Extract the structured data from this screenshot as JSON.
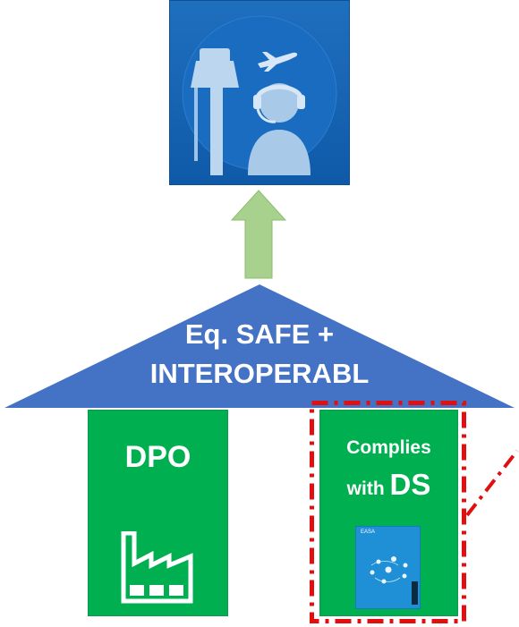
{
  "roof": {
    "line1": "Eq. SAFE +",
    "line2": "INTEROPERABL"
  },
  "pillars": {
    "left_label": "DPO",
    "right_line1": "Complies",
    "right_line2_prefix": "with",
    "right_line2_emphasis": "DS"
  },
  "document": {
    "brand": "EASA"
  },
  "colors": {
    "tile_blue": "#1565b8",
    "arrow_green": "#a9d18e",
    "roof_blue": "#4472c4",
    "pillar_green": "#00b050",
    "highlight_red": "#e01010"
  },
  "icons": [
    "control-tower-icon",
    "airplane-icon",
    "headset-operator-icon",
    "factory-icon",
    "easa-document-icon"
  ]
}
